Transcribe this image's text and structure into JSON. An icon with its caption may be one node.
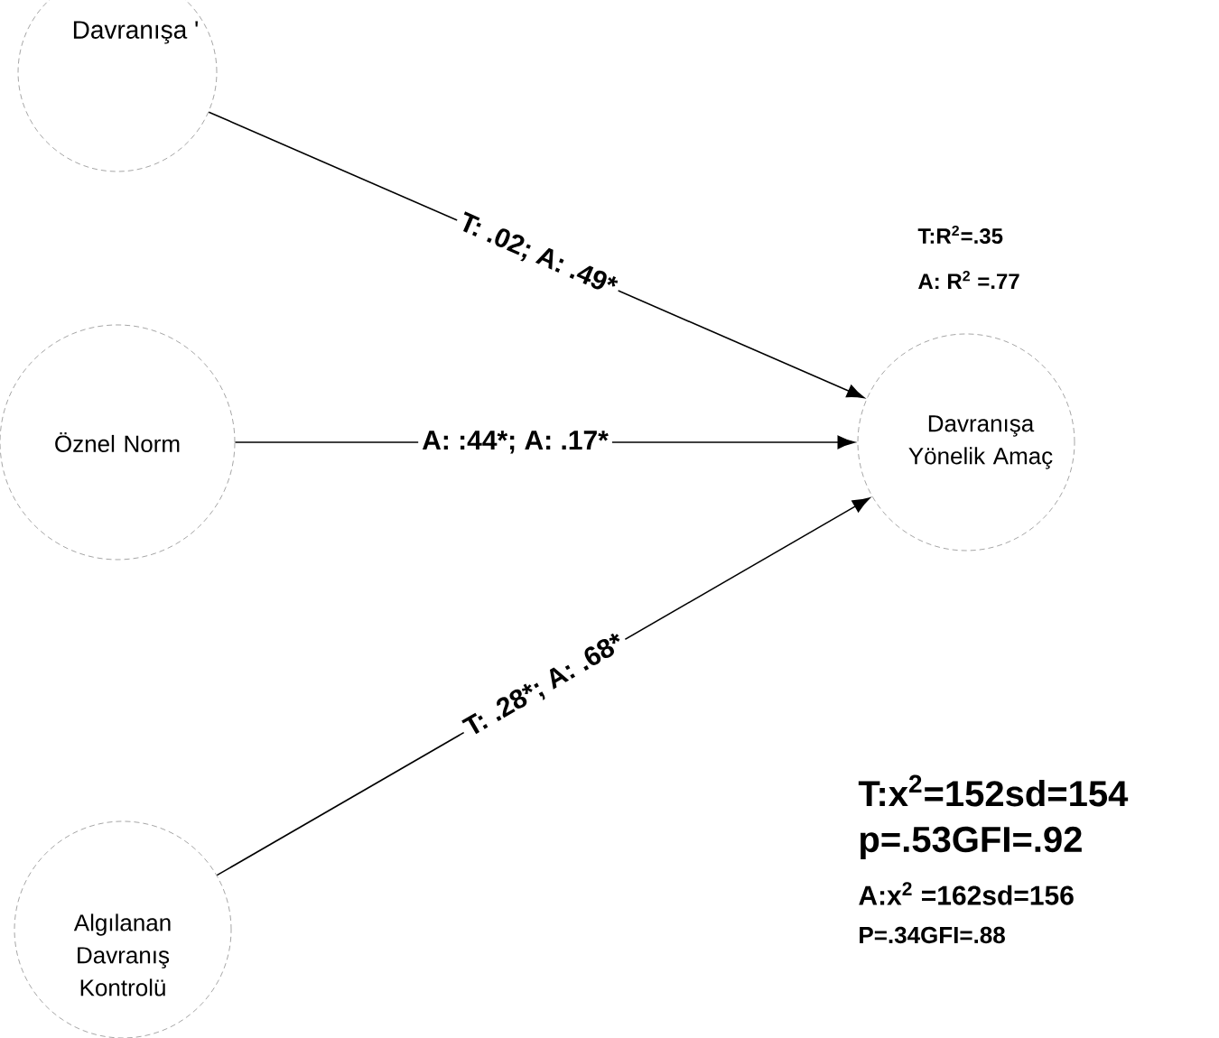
{
  "diagram": {
    "nodes": [
      {
        "text": [
          "Davranışa '"
        ]
      },
      {
        "text": [
          "Öznel Norm"
        ]
      },
      {
        "text": [
          "Algılanan Davranış Kontrolü"
        ]
      },
      {
        "text": [
          "Davranışa Yönelik Amaç"
        ]
      }
    ],
    "edges": [
      {
        "from": 0,
        "to": 3,
        "arrow": "to",
        "label": "T: .02; A: .49*"
      },
      {
        "from": 1,
        "to": 3,
        "arrow": "to",
        "label": "A: :44*; A: .17*"
      },
      {
        "from": 2,
        "to": 3,
        "arrow": "to",
        "label": "T: .28*; A: .68*"
      }
    ],
    "labels": [
      "T:R$^{2}$=.35",
      "A: R$^{2}$ =.77",
      "T:x$^{2}$=152sd=154",
      "p=.53GFI=.92",
      "A:x$^{2}$ =162sd=156",
      "P=.34GFI=.88"
    ]
  }
}
